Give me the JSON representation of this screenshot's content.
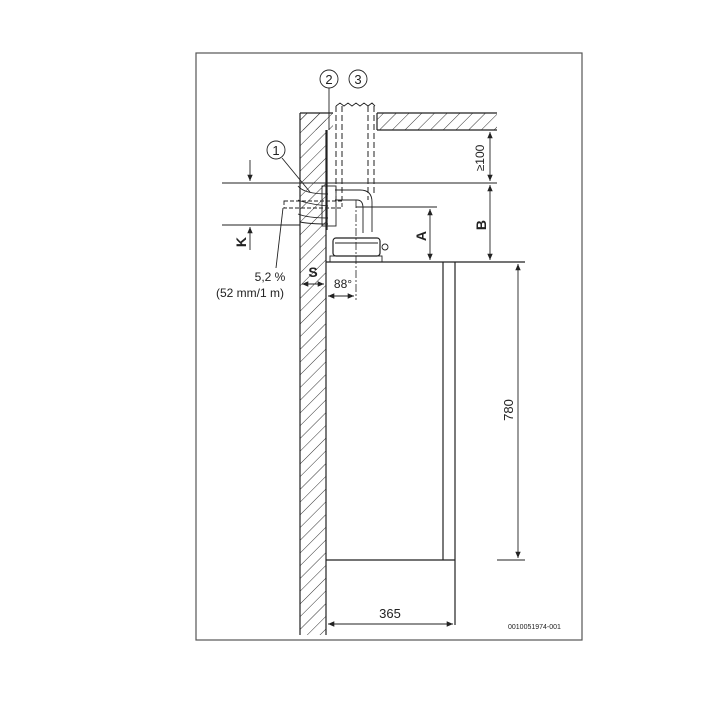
{
  "callouts": [
    "1",
    "2",
    "3"
  ],
  "dimensions": {
    "clearance": "≥100",
    "b": "B",
    "a": "A",
    "k": "K",
    "s": "S",
    "angle": "88°",
    "height": "780",
    "width": "365"
  },
  "slope": {
    "percent": "5,2 %",
    "ratio": "(52 mm/1 m)"
  },
  "figure_id": "0010051974-001"
}
